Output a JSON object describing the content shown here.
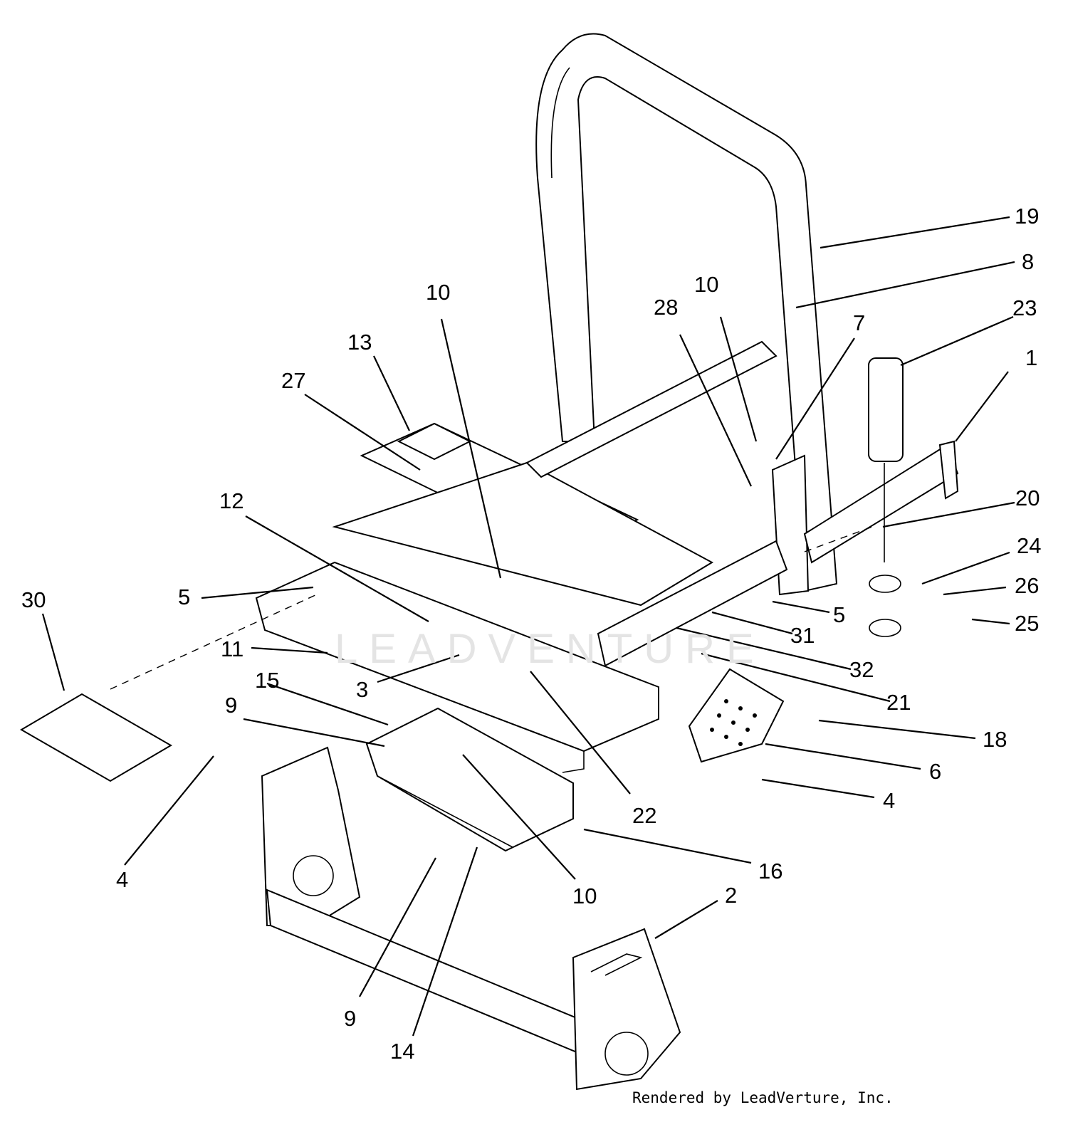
{
  "callouts": [
    {
      "id": "c19a",
      "label": "19"
    },
    {
      "id": "c8",
      "label": "8"
    },
    {
      "id": "c23",
      "label": "23"
    },
    {
      "id": "c10a",
      "label": "10"
    },
    {
      "id": "c10b",
      "label": "10"
    },
    {
      "id": "c28",
      "label": "28"
    },
    {
      "id": "c7",
      "label": "7"
    },
    {
      "id": "c13",
      "label": "13"
    },
    {
      "id": "c27",
      "label": "27"
    },
    {
      "id": "c1",
      "label": "1"
    },
    {
      "id": "c12",
      "label": "12"
    },
    {
      "id": "c20",
      "label": "20"
    },
    {
      "id": "c24",
      "label": "24"
    },
    {
      "id": "c30",
      "label": "30"
    },
    {
      "id": "c5a",
      "label": "5"
    },
    {
      "id": "c26",
      "label": "26"
    },
    {
      "id": "c25",
      "label": "25"
    },
    {
      "id": "c5b",
      "label": "5"
    },
    {
      "id": "c31",
      "label": "31"
    },
    {
      "id": "c11",
      "label": "11"
    },
    {
      "id": "c32",
      "label": "32"
    },
    {
      "id": "c15",
      "label": "15"
    },
    {
      "id": "c3",
      "label": "3"
    },
    {
      "id": "c21",
      "label": "21"
    },
    {
      "id": "c9a",
      "label": "9"
    },
    {
      "id": "c18",
      "label": "18"
    },
    {
      "id": "c6",
      "label": "6"
    },
    {
      "id": "c22",
      "label": "22"
    },
    {
      "id": "c4a",
      "label": "4"
    },
    {
      "id": "c4b",
      "label": "4"
    },
    {
      "id": "c16",
      "label": "16"
    },
    {
      "id": "c10c",
      "label": "10"
    },
    {
      "id": "c2",
      "label": "2"
    },
    {
      "id": "c9b",
      "label": "9"
    },
    {
      "id": "c14",
      "label": "14"
    }
  ],
  "watermark": "LEADVENTURE",
  "credit": "Rendered by LeadVerture, Inc."
}
